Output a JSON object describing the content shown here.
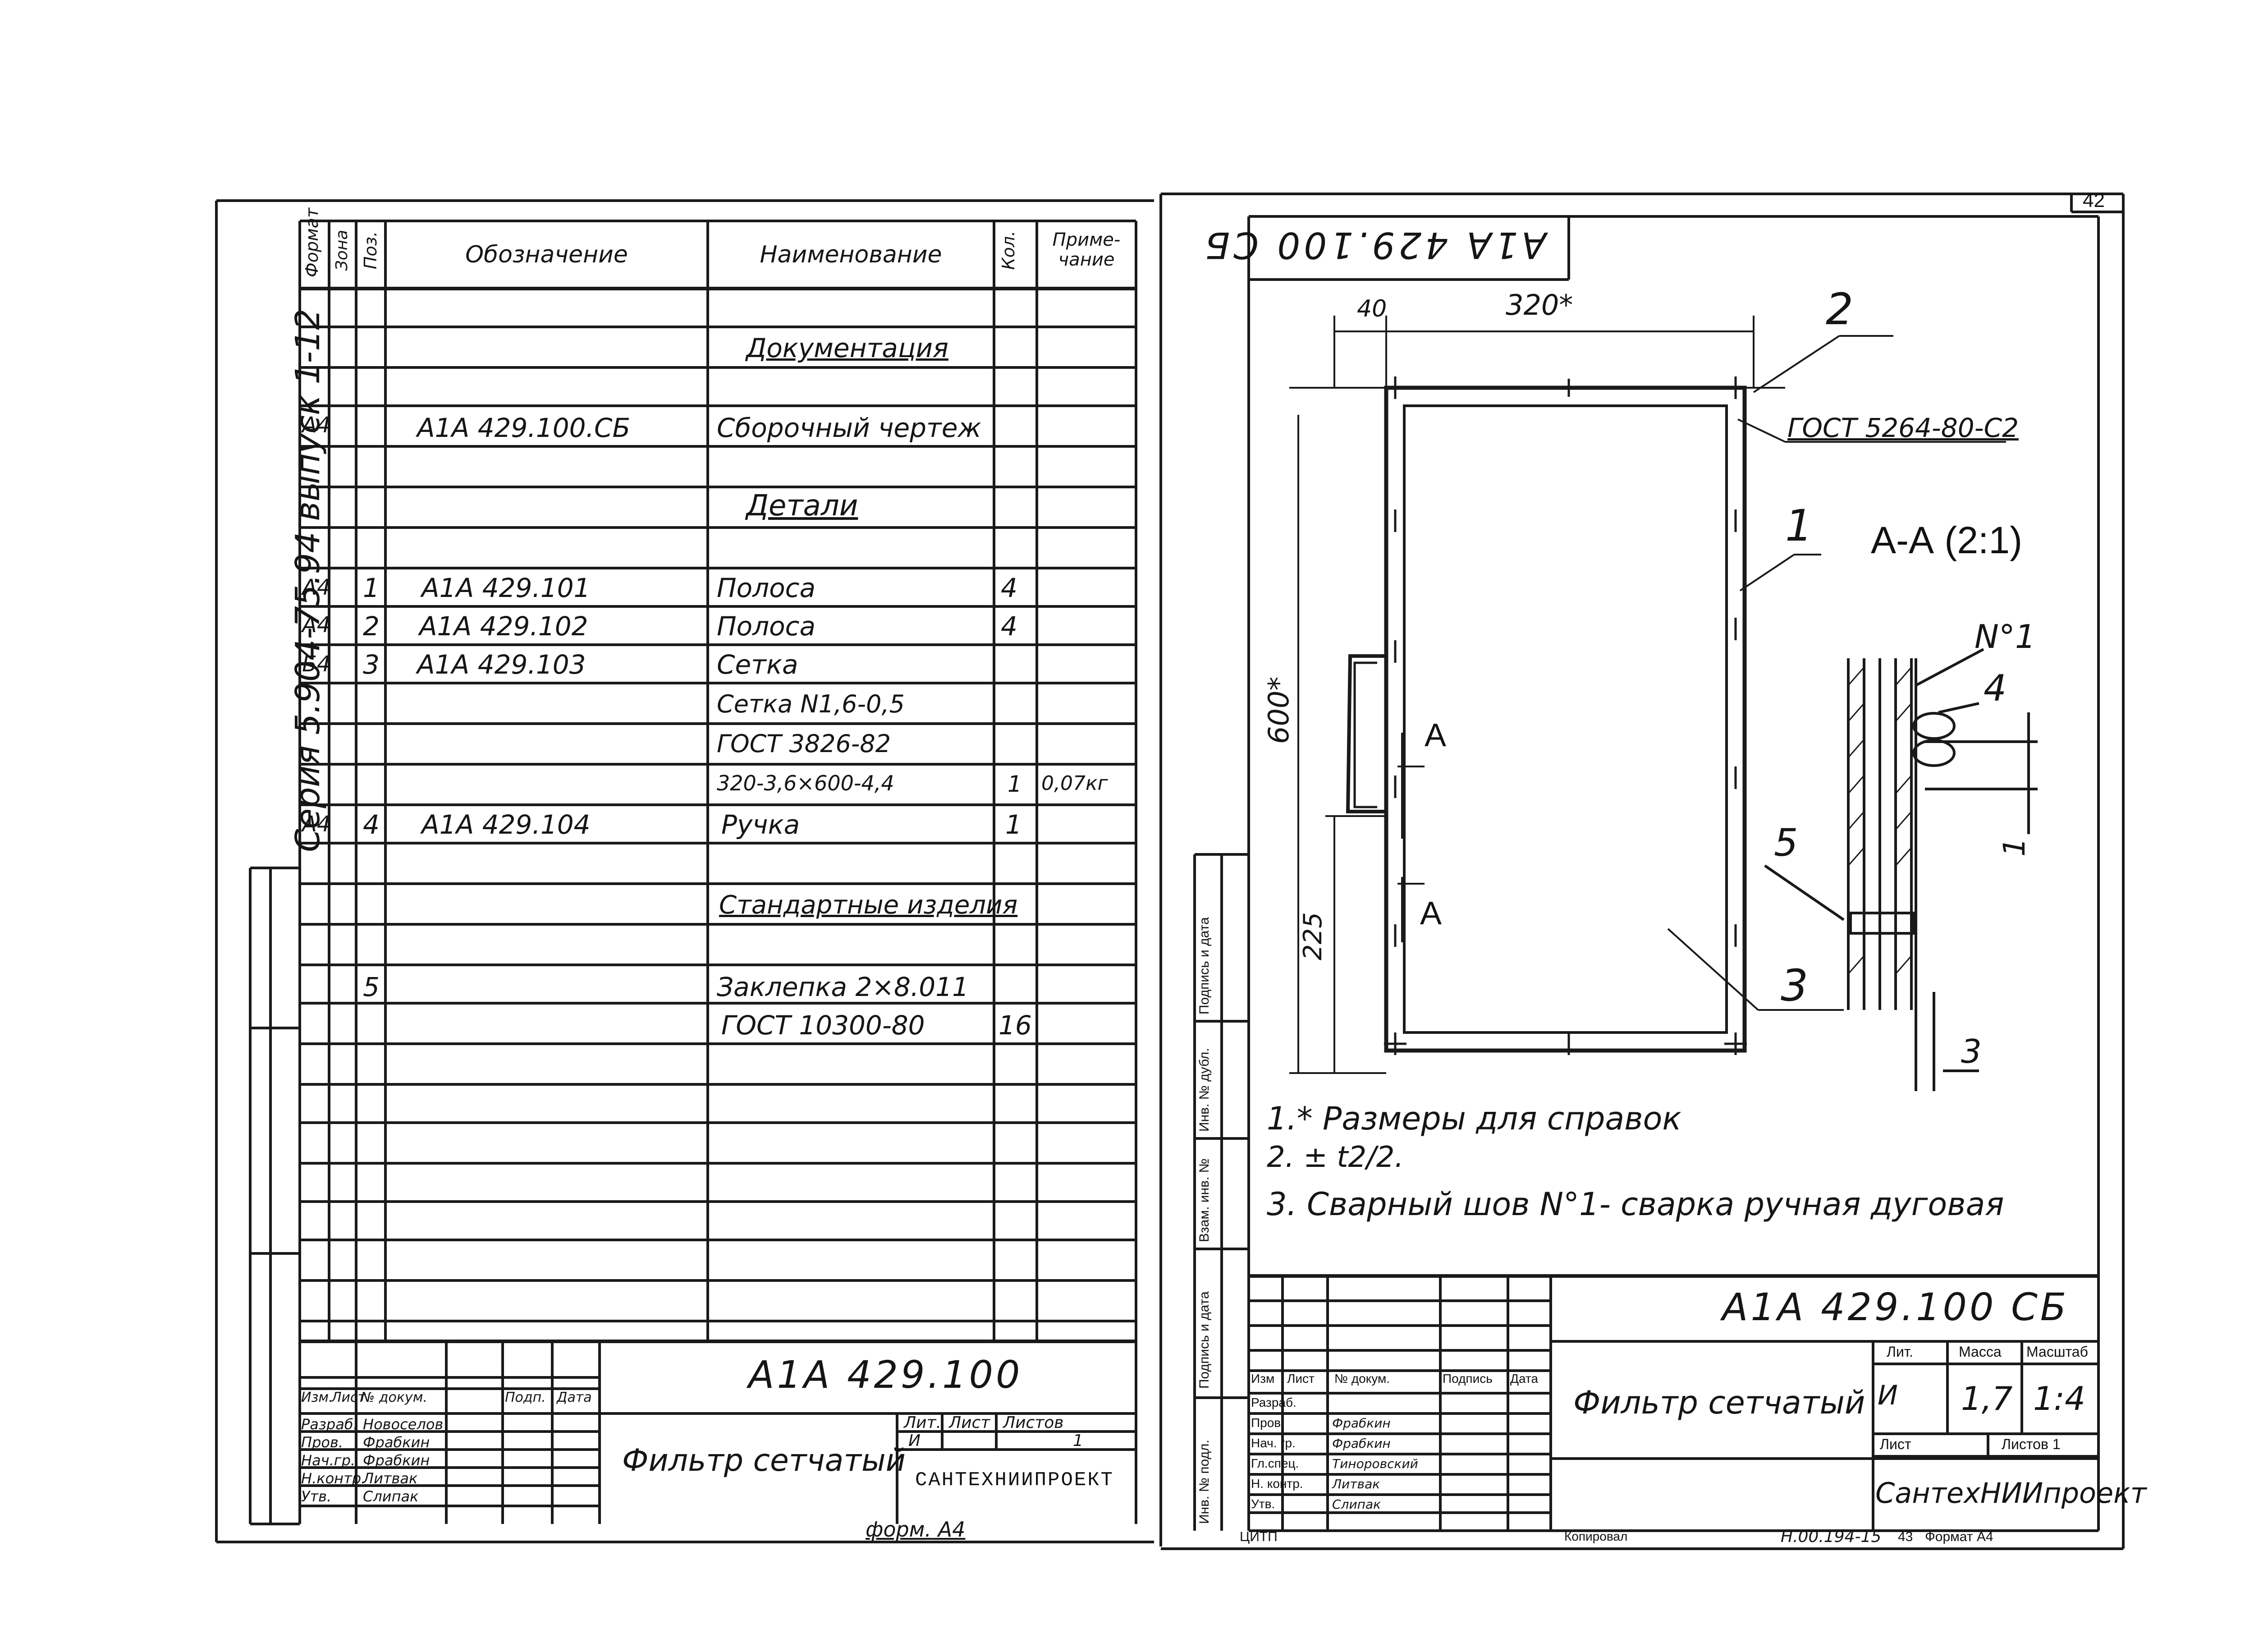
{
  "left_sheet": {
    "vertical_text": "Серия 5.904-75.94   выпуск 1-12",
    "header": {
      "format": "Формат",
      "zone": "Зона",
      "pos": "Поз.",
      "designation": "Обозначение",
      "name": "Наименование",
      "qty": "Кол.",
      "note": "Приме-чание"
    },
    "rows": [
      {
        "fmt": "",
        "pos": "",
        "designation": "",
        "name": "Документация",
        "qty": "",
        "note": "",
        "section": true
      },
      {
        "fmt": "А4",
        "pos": "",
        "designation": "А1А 429.100.СБ",
        "name": "Сборочный чертеж",
        "qty": "",
        "note": ""
      },
      {
        "fmt": "",
        "pos": "",
        "designation": "",
        "name": "Детали",
        "qty": "",
        "note": "",
        "section": true
      },
      {
        "fmt": "А4",
        "pos": "1",
        "designation": "А1А 429.101",
        "name": "Полоса",
        "qty": "4",
        "note": ""
      },
      {
        "fmt": "А4",
        "pos": "2",
        "designation": "А1А 429.102",
        "name": "Полоса",
        "qty": "4",
        "note": ""
      },
      {
        "fmt": "Б4",
        "pos": "3",
        "designation": "А1А 429.103",
        "name": "Сетка",
        "qty": "",
        "note": ""
      },
      {
        "fmt": "",
        "pos": "",
        "designation": "",
        "name": "Сетка N1,6-0,5",
        "qty": "",
        "note": ""
      },
      {
        "fmt": "",
        "pos": "",
        "designation": "",
        "name": "ГОСТ 3826-82",
        "qty": "",
        "note": ""
      },
      {
        "fmt": "",
        "pos": "",
        "designation": "",
        "name": "320-3,6×600-4,4",
        "qty": "1",
        "note": "0,07кг"
      },
      {
        "fmt": "А4",
        "pos": "4",
        "designation": "А1А 429.104",
        "name": "Ручка",
        "qty": "1",
        "note": ""
      },
      {
        "fmt": "",
        "pos": "",
        "designation": "",
        "name": "Стандартные изделия",
        "qty": "",
        "note": "",
        "section": true
      },
      {
        "fmt": "",
        "pos": "5",
        "designation": "",
        "name": "Заклепка 2×8.011",
        "qty": "",
        "note": ""
      },
      {
        "fmt": "",
        "pos": "",
        "designation": "",
        "name": "ГОСТ 10300-80",
        "qty": "16",
        "note": ""
      }
    ],
    "title_block": {
      "code": "А1А 429.100",
      "name": "Фильтр сетчатый",
      "lit_label": "Лит.",
      "sheet_label": "Лист",
      "sheets_label": "Листов",
      "lit_value": "И",
      "sheets_value": "1",
      "org": "САНТЕХНИИПРОЕКТ",
      "col_headers": [
        "Изм.",
        "Лист",
        "№ докум.",
        "Подп.",
        "Дата"
      ],
      "people": [
        {
          "role": "Разраб.",
          "name": "Новоселов"
        },
        {
          "role": "Пров.",
          "name": "Фрабкин"
        },
        {
          "role": "Нач.гр.",
          "name": "Фрабкин"
        },
        {
          "role": "Н.контр.",
          "name": "Литвак"
        },
        {
          "role": "Утв.",
          "name": "Слипак"
        }
      ],
      "form": "форм. А4"
    }
  },
  "right_sheet": {
    "page_number": "42",
    "top_stamp": "А1А 429.100 СБ",
    "dimensions": {
      "d40": "40",
      "d320": "320*",
      "d600": "600*",
      "d225": "225"
    },
    "callouts": {
      "c1": "1",
      "c2": "2",
      "c3": "3",
      "c4": "4",
      "c5": "5",
      "gost_weld": "ГОСТ 5264-80-С2",
      "section_label": "А-А (2:1)",
      "weld_no": "N°1",
      "section_A": "А",
      "dim_3": "3",
      "dim_1": "1"
    },
    "notes": [
      "1.* Размеры для справок",
      "2. ± t2/2.",
      "3. Сварный шов N°1- сварка ручная дуговая"
    ],
    "side_stamp": [
      "Инв. № подл.",
      "Подпись и дата",
      "Взам. инв. №",
      "Инв. № дубл.",
      "Подпись и дата"
    ],
    "title_block": {
      "code": "А1А 429.100 СБ",
      "name": "Фильтр сетчатый",
      "lit_label": "Лит.",
      "mass_label": "Масса",
      "scale_label": "Масштаб",
      "lit_value": "И",
      "mass_value": "1,7",
      "scale_value": "1:4",
      "sheet_label": "Лист",
      "sheets_label": "Листов 1",
      "org": "СантехНИИпроект",
      "col_headers": [
        "Изм",
        "Лист",
        "№ докум.",
        "Подпись",
        "Дата"
      ],
      "roles": [
        "Разраб.",
        "Пров",
        "Нач. гр.",
        "Гл.спец.",
        "Н. контр.",
        "Утв."
      ],
      "names": [
        "",
        "Фрабкин",
        "Фрабкин",
        "Тиноровский",
        "Литвак",
        "Слипак"
      ]
    },
    "footer": {
      "left": "ЦИТП",
      "copied": "Копировал",
      "doc": "Н.00.194-15",
      "sheet_no": "43",
      "format": "Формат А4"
    }
  }
}
